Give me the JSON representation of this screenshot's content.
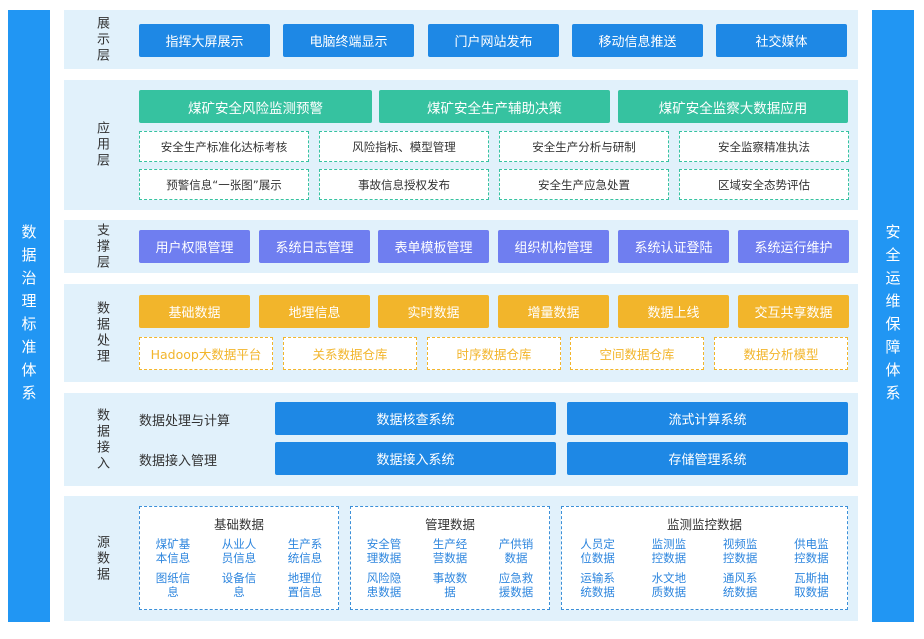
{
  "left_bar": "数据治理标准体系",
  "right_bar": "安全运维保障体系",
  "display_layer": {
    "label": "展示层",
    "items": [
      "指挥大屏展示",
      "电脑终端显示",
      "门户网站发布",
      "移动信息推送",
      "社交媒体"
    ]
  },
  "application_layer": {
    "label": "应用层",
    "main": [
      "煤矿安全风险监测预警",
      "煤矿安全生产辅助决策",
      "煤矿安全监察大数据应用"
    ],
    "sub": [
      "安全生产标准化达标考核",
      "风险指标、模型管理",
      "安全生产分析与研制",
      "安全监察精准执法",
      "预警信息“一张图”展示",
      "事故信息授权发布",
      "安全生产应急处置",
      "区域安全态势评估"
    ]
  },
  "support_layer": {
    "label": "支撑层",
    "items": [
      "用户权限管理",
      "系统日志管理",
      "表单模板管理",
      "组织机构管理",
      "系统认证登陆",
      "系统运行维护"
    ]
  },
  "data_processing": {
    "label": "数据处理",
    "items": [
      "基础数据",
      "地理信息",
      "实时数据",
      "增量数据",
      "数据上线",
      "交互共享数据"
    ],
    "platforms": [
      "Hadoop大数据平台",
      "关系数据仓库",
      "时序数据仓库",
      "空间数据仓库",
      "数据分析模型"
    ]
  },
  "data_access": {
    "label": "数据接入",
    "row_labels": [
      "数据处理与计算",
      "数据接入管理"
    ],
    "systems": [
      "数据核查系统",
      "流式计算系统",
      "数据接入系统",
      "存储管理系统"
    ]
  },
  "source_data": {
    "label": "源数据",
    "groups": [
      {
        "title": "基础数据",
        "items": [
          "煤矿基本信息",
          "从业人员信息",
          "生产系统信息",
          "图纸信息",
          "设备信息",
          "地理位置信息"
        ]
      },
      {
        "title": "管理数据",
        "items": [
          "安全管理数据",
          "生产经营数据",
          "产供销数据",
          "风险隐患数据",
          "事故数据",
          "应急救援数据"
        ]
      },
      {
        "title": "监测监控数据",
        "items": [
          "人员定位数据",
          "监测监控数据",
          "视频监控数据",
          "供电监控数据",
          "运输系统数据",
          "水文地质数据",
          "通风系统数据",
          "瓦斯抽取数据"
        ]
      }
    ]
  }
}
